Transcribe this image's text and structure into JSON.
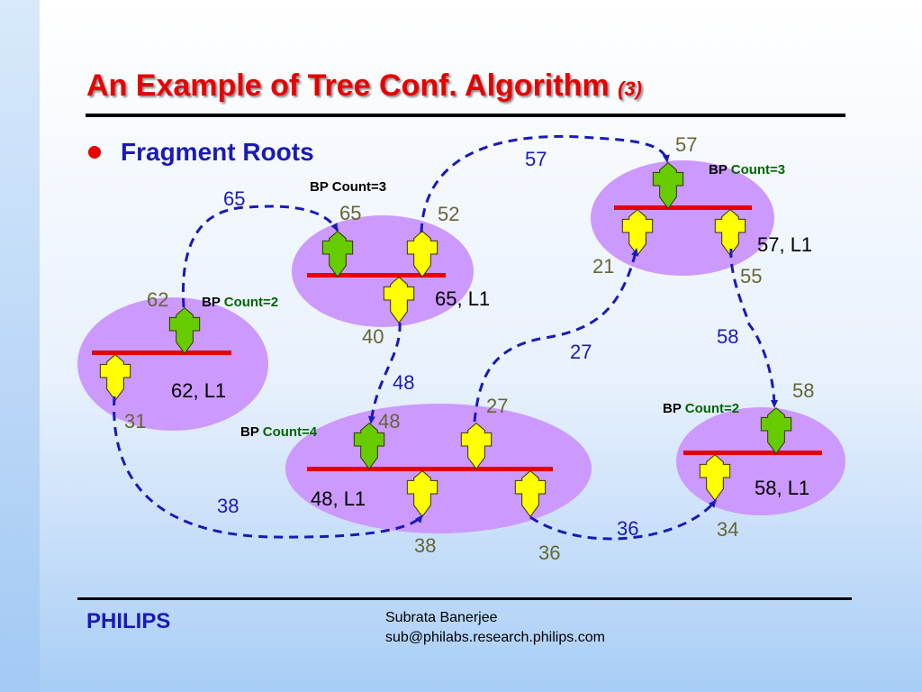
{
  "slide": {
    "title": "An Example of Tree Conf. Algorithm",
    "title_sub": "(3)",
    "bullet": "Fragment Roots",
    "footer_logo": "PHILIPS",
    "author_name": "Subrata Banerjee",
    "author_email": "sub@philabs.research.philips.com"
  },
  "colors": {
    "title": "#e60000",
    "bullet_text": "#1a1ab8",
    "fragment_fill": "#cc99ff",
    "bar": "#e60000",
    "root_port": "#66cc00",
    "port": "#ffff00",
    "arrow": "#1a1ab8",
    "port_number": "#666633",
    "edge_label": "#1a1ab8",
    "bp_count_word": "#006600"
  },
  "fragments": [
    {
      "name": "65",
      "label": "65, L1",
      "bp_prefix": "BP Count=3",
      "bp_suffix": "",
      "root_port": "65",
      "ports": [
        "52",
        "40"
      ]
    },
    {
      "name": "57",
      "label": "57, L1",
      "bp_prefix": "BP ",
      "bp_suffix": "Count=3",
      "root_port": "57",
      "ports": [
        "21",
        "55"
      ]
    },
    {
      "name": "62",
      "label": "62, L1",
      "bp_prefix": "BP ",
      "bp_suffix": "Count=2",
      "root_port": "62",
      "ports": [
        "31"
      ]
    },
    {
      "name": "48",
      "label": "48, L1",
      "bp_prefix": "BP ",
      "bp_suffix": "Count=4",
      "root_port": "48",
      "ports": [
        "27",
        "38",
        "36"
      ]
    },
    {
      "name": "58",
      "label": "58, L1",
      "bp_prefix": "BP ",
      "bp_suffix": "Count=2",
      "root_port": "58",
      "ports": [
        "34"
      ]
    }
  ],
  "links": [
    {
      "from": "52",
      "to": "57",
      "label": "57"
    },
    {
      "from": "62",
      "to": "65",
      "label": "65"
    },
    {
      "from": "27",
      "to": "21",
      "label": "27"
    },
    {
      "from": "40",
      "to": "48",
      "label": "48"
    },
    {
      "from": "55",
      "to": "58",
      "label": "58"
    },
    {
      "from": "31",
      "to": "38",
      "label": "38"
    },
    {
      "from": "36",
      "to": "34",
      "label": "36"
    }
  ]
}
